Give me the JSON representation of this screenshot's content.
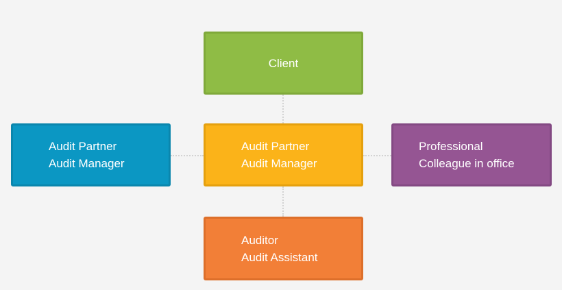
{
  "diagram": {
    "client": {
      "lines": [
        "Client"
      ]
    },
    "center": {
      "lines": [
        "Audit Partner",
        "Audit Manager"
      ]
    },
    "left": {
      "lines": [
        "Audit Partner",
        "Audit Manager"
      ]
    },
    "right": {
      "lines": [
        "Professional",
        "Colleague in office"
      ]
    },
    "bottom": {
      "lines": [
        "Auditor",
        "Audit Assistant"
      ]
    }
  },
  "colors": {
    "background": "#f4f4f4",
    "client": "#8fbc45",
    "center": "#fbb319",
    "left": "#0b97c3",
    "right": "#955593",
    "bottom": "#f27f37",
    "connector": "#d2d2d2"
  }
}
